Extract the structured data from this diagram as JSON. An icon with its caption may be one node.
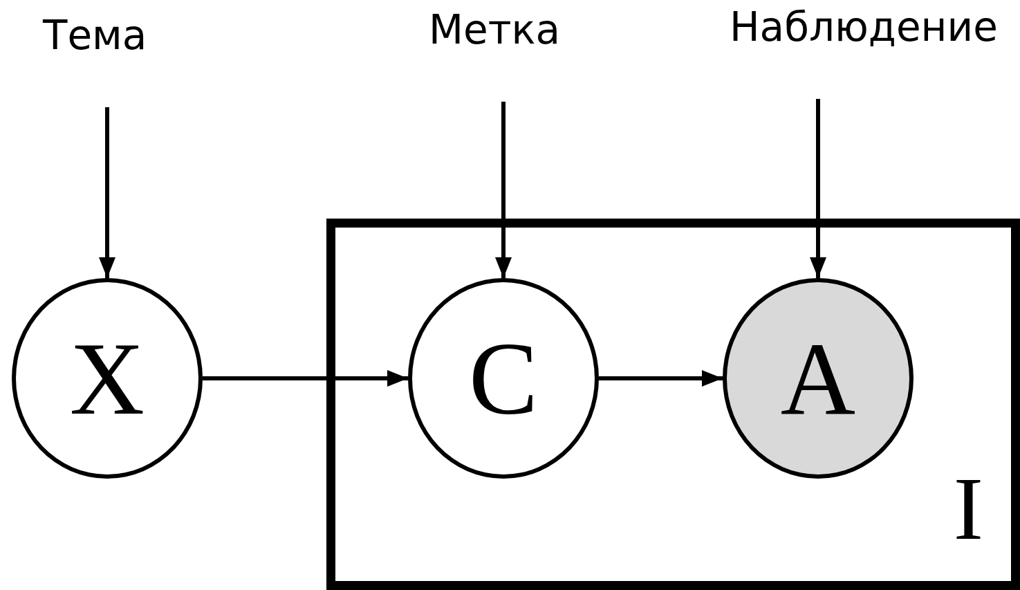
{
  "diagram": {
    "nodes": [
      {
        "text": [
          "Тема"
        ]
      },
      {
        "text": [
          "Метка"
        ]
      },
      {
        "text": [
          "Наблюдение"
        ]
      },
      {
        "text": [
          "X"
        ]
      },
      {
        "text": [
          "I"
        ]
      },
      {
        "text": [
          "C"
        ],
        "in": 4
      },
      {
        "text": [
          "A"
        ],
        "in": 4
      }
    ],
    "edges": [
      {
        "from": 0,
        "to": 3,
        "arrow": "to"
      },
      {
        "from": 1,
        "to": 5,
        "arrow": "to"
      },
      {
        "from": 2,
        "to": 6,
        "arrow": "to"
      },
      {
        "from": 3,
        "to": 5,
        "arrow": "to"
      },
      {
        "from": 5,
        "to": 6,
        "arrow": "to"
      }
    ]
  }
}
